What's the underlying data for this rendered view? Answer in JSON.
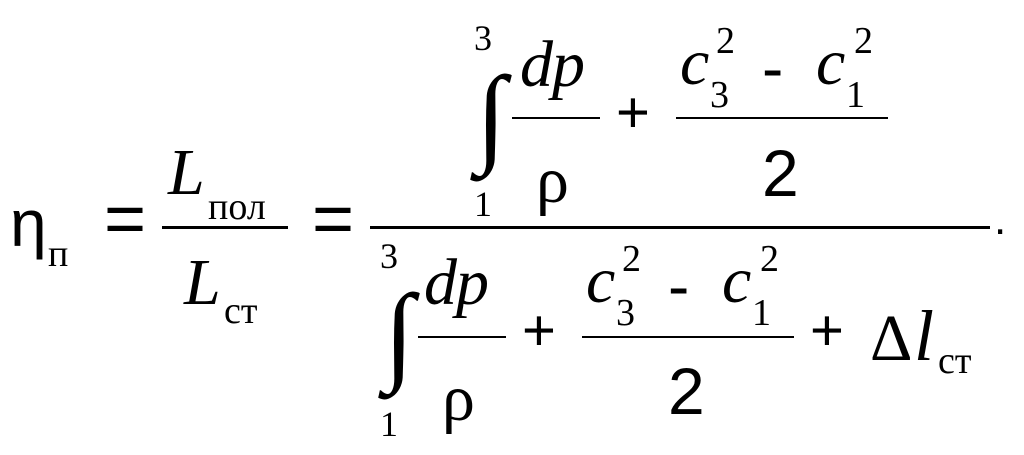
{
  "formula": {
    "eta": "η",
    "eta_sub": "п",
    "equals": "=",
    "L": "L",
    "pol_sub": "пол",
    "st_sub": "ст",
    "d": "d",
    "p": "p",
    "rho": "ρ",
    "plus": "+",
    "minus": "-",
    "c": "c",
    "three": "3",
    "one": "1",
    "two": "2",
    "integral": "∫",
    "delta": "Δ",
    "l": "l",
    "period": "."
  }
}
